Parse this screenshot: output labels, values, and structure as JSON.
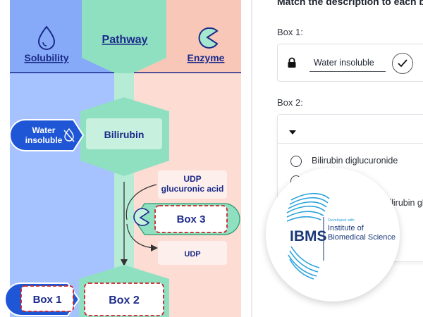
{
  "diagram": {
    "columns": {
      "solubility": {
        "label": "Solubility",
        "icon": "water-drop-icon"
      },
      "pathway": {
        "label": "Pathway"
      },
      "enzyme": {
        "label": "Enzyme",
        "icon": "pacman-enzyme-icon"
      }
    },
    "nodes": {
      "bilirubin": "Bilirubin",
      "water_insoluble_line1": "Water",
      "water_insoluble_line2": "insoluble",
      "udp_glucuronic_line1": "UDP",
      "udp_glucuronic_line2": "glucuronic acid",
      "udp": "UDP",
      "box1": "Box 1",
      "box2": "Box 2",
      "box3": "Box 3"
    },
    "colors": {
      "solubility_bg": "#a6c2ff",
      "pathway_bg": "#c7eedc",
      "enzyme_bg": "#fcdcd3",
      "hex_green": "#8fe0c1",
      "navy": "#1b2a8a",
      "blue_badge": "#1f56d6",
      "dash_red": "#c9252a"
    }
  },
  "panel": {
    "instruction": "Match the description to each box",
    "box1_label": "Box 1:",
    "box1_answer": "Water insoluble",
    "box2_label": "Box 2:",
    "options": [
      "Bilirubin diglucuronide",
      "",
      "Bilirubin glucuronic"
    ]
  },
  "logo": {
    "acronym": "IBMS",
    "small_text": "Developed with",
    "line1": "Institute of",
    "line2": "Biomedical Science"
  }
}
